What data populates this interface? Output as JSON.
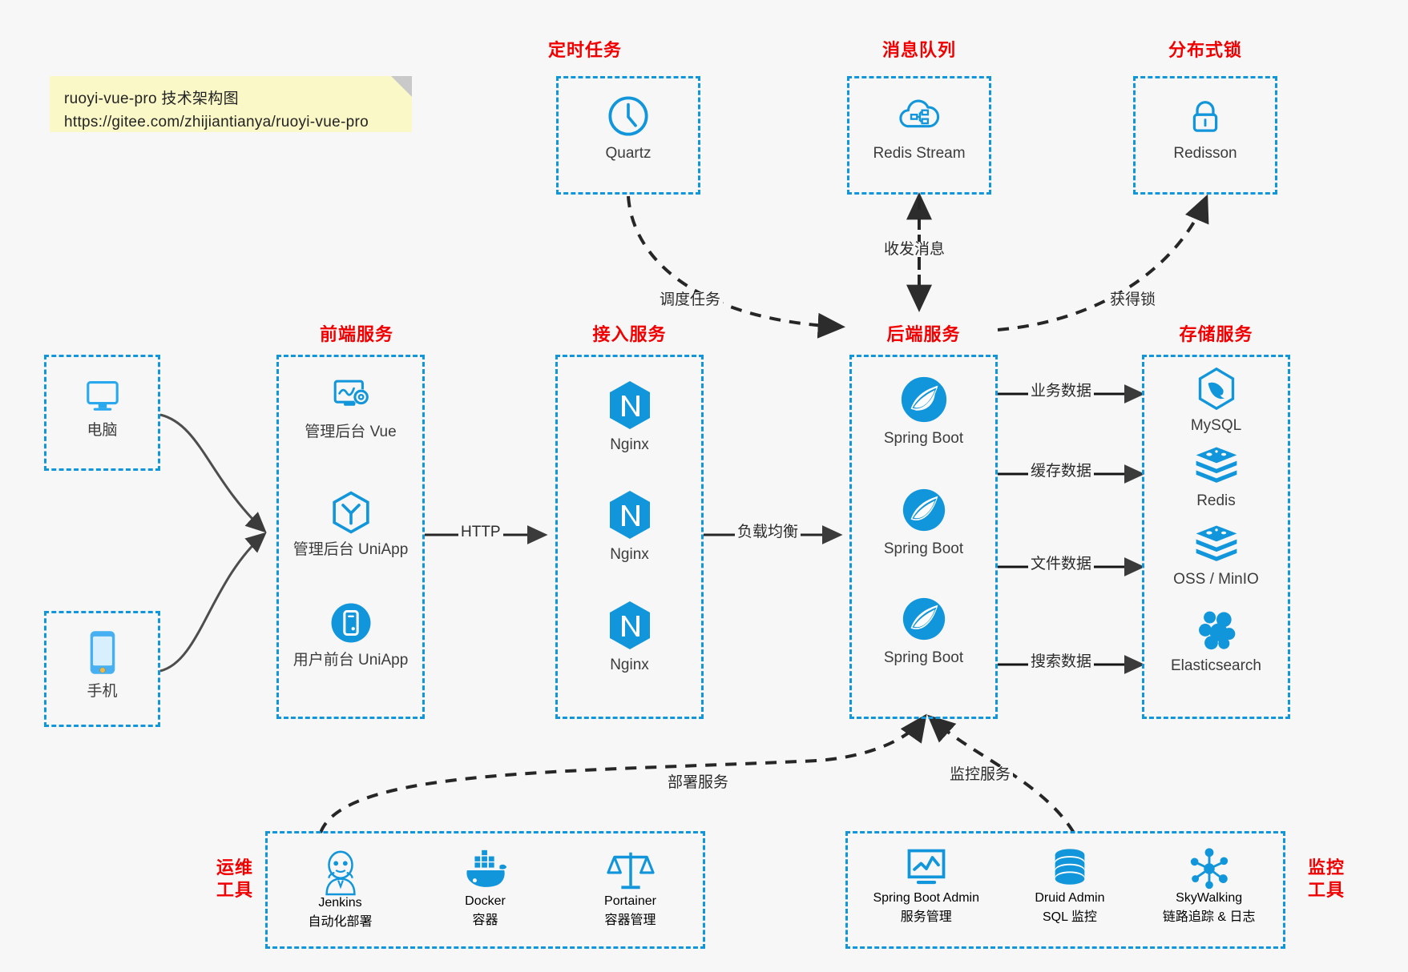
{
  "note": {
    "line1": "ruoyi-vue-pro 技术架构图",
    "line2": "https://gitee.com/zhijiantianya/ruoyi-vue-pro"
  },
  "groups": {
    "scheduler": "定时任务",
    "mq": "消息队列",
    "lock": "分布式锁",
    "frontend": "前端服务",
    "gateway": "接入服务",
    "backend": "后端服务",
    "storage": "存储服务",
    "devops_l1": "运维",
    "devops_l2": "工具",
    "monitor_l1": "监控",
    "monitor_l2": "工具"
  },
  "nodes": {
    "quartz": "Quartz",
    "redis_stream": "Redis Stream",
    "redisson": "Redisson",
    "pc": "电脑",
    "phone": "手机",
    "admin_vue": "管理后台 Vue",
    "admin_uniapp": "管理后台 UniApp",
    "user_uniapp": "用户前台 UniApp",
    "nginx1": "Nginx",
    "nginx2": "Nginx",
    "nginx3": "Nginx",
    "boot1": "Spring Boot",
    "boot2": "Spring Boot",
    "boot3": "Spring Boot",
    "mysql": "MySQL",
    "redis": "Redis",
    "oss": "OSS / MinIO",
    "es": "Elasticsearch"
  },
  "devops": [
    {
      "name": "Jenkins",
      "desc": "自动化部署"
    },
    {
      "name": "Docker",
      "desc": "容器"
    },
    {
      "name": "Portainer",
      "desc": "容器管理"
    }
  ],
  "monitoring": [
    {
      "name": "Spring Boot Admin",
      "desc": "服务管理"
    },
    {
      "name": "Druid Admin",
      "desc": "SQL 监控"
    },
    {
      "name": "SkyWalking",
      "desc": "链路追踪 & 日志"
    }
  ],
  "edges": {
    "http": "HTTP",
    "balance": "负载均衡",
    "schedule": "调度任务",
    "message": "收发消息",
    "getlock": "获得锁",
    "biz_data": "业务数据",
    "cache_data": "缓存数据",
    "file_data": "文件数据",
    "search_data": "搜索数据",
    "deploy": "部署服务",
    "monitor": "监控服务"
  },
  "colors": {
    "accent": "#1296db",
    "heading": "#f00000",
    "note_bg": "#fbf8c8",
    "background": "#f7f7f7",
    "text": "#3c3c3c"
  }
}
